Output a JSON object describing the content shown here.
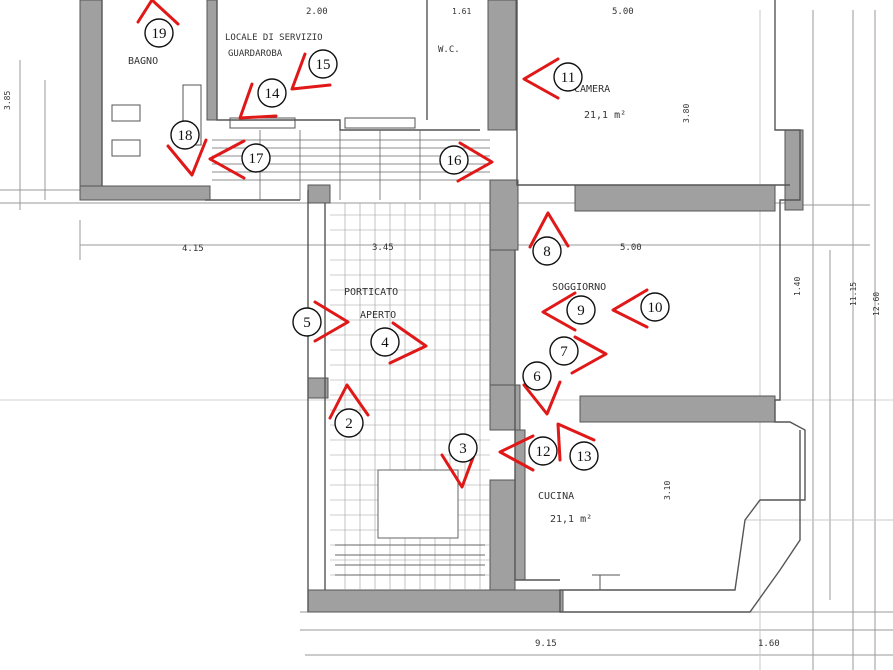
{
  "plan": {
    "rooms": {
      "bagno": "BAGNO",
      "lavanderia": "LOCALE DI SERVIZIO",
      "lavanderia_line2": "GUARDAROBA",
      "ws": "W.C.",
      "camera": "CAMERA",
      "camera_area": "21,1 m²",
      "soggiorno": "SOGGIORNO",
      "portico": "PORTICATO",
      "portico_line2": "APERTO",
      "cucina": "CUCINA",
      "cucina_area": "21,1 m²"
    },
    "dimensions": {
      "top_1": "2.00",
      "top_2": "5.00",
      "top_3": "1.61",
      "left_1": "4.15",
      "left_2": "3.85",
      "left_3": "3.45",
      "mid_1": "5.00",
      "mid_2": "3.80",
      "right_1": "1.40",
      "right_2": "11.15",
      "right_3": "12.60",
      "bottom_1": "9.15",
      "bottom_2": "1.60",
      "bottom_3": "3.10"
    }
  },
  "markers": [
    {
      "num": "2"
    },
    {
      "num": "3"
    },
    {
      "num": "4"
    },
    {
      "num": "5"
    },
    {
      "num": "6"
    },
    {
      "num": "7"
    },
    {
      "num": "8"
    },
    {
      "num": "9"
    },
    {
      "num": "10"
    },
    {
      "num": "11"
    },
    {
      "num": "12"
    },
    {
      "num": "13"
    },
    {
      "num": "14"
    },
    {
      "num": "15"
    },
    {
      "num": "16"
    },
    {
      "num": "17"
    },
    {
      "num": "18"
    },
    {
      "num": "19"
    }
  ],
  "colors": {
    "marker": "#e01818",
    "wall": "#9a9a9a",
    "line": "#777777"
  }
}
